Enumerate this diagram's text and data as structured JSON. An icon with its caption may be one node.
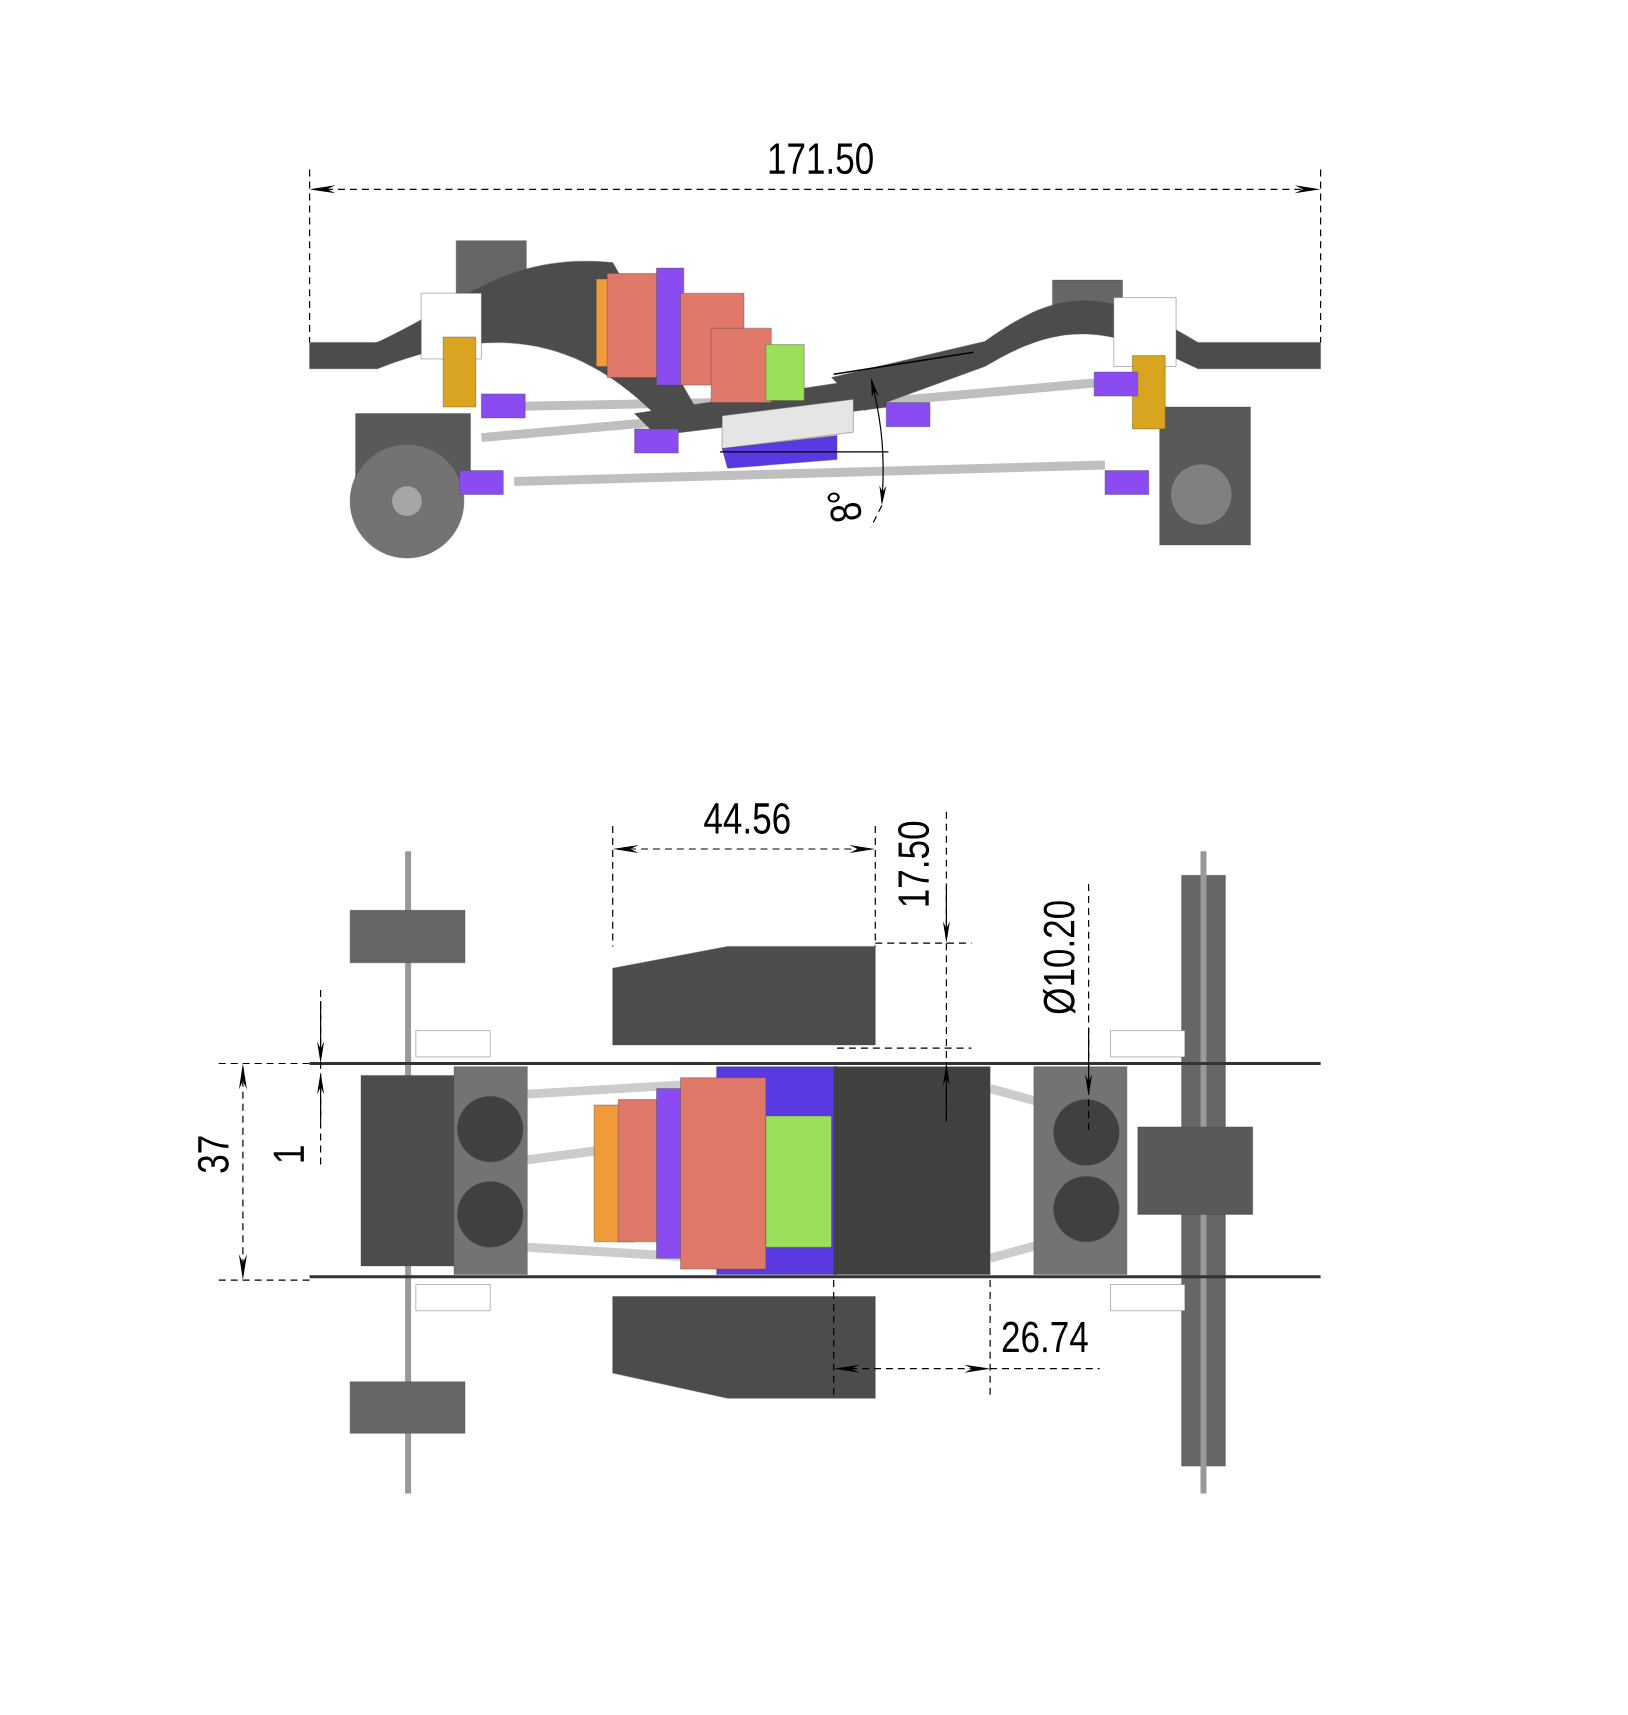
{
  "diagram": {
    "labels": [
      "171.50",
      "8°",
      "44.56",
      "17.50",
      "Ø10.20",
      "37",
      "1",
      "26.74"
    ]
  }
}
